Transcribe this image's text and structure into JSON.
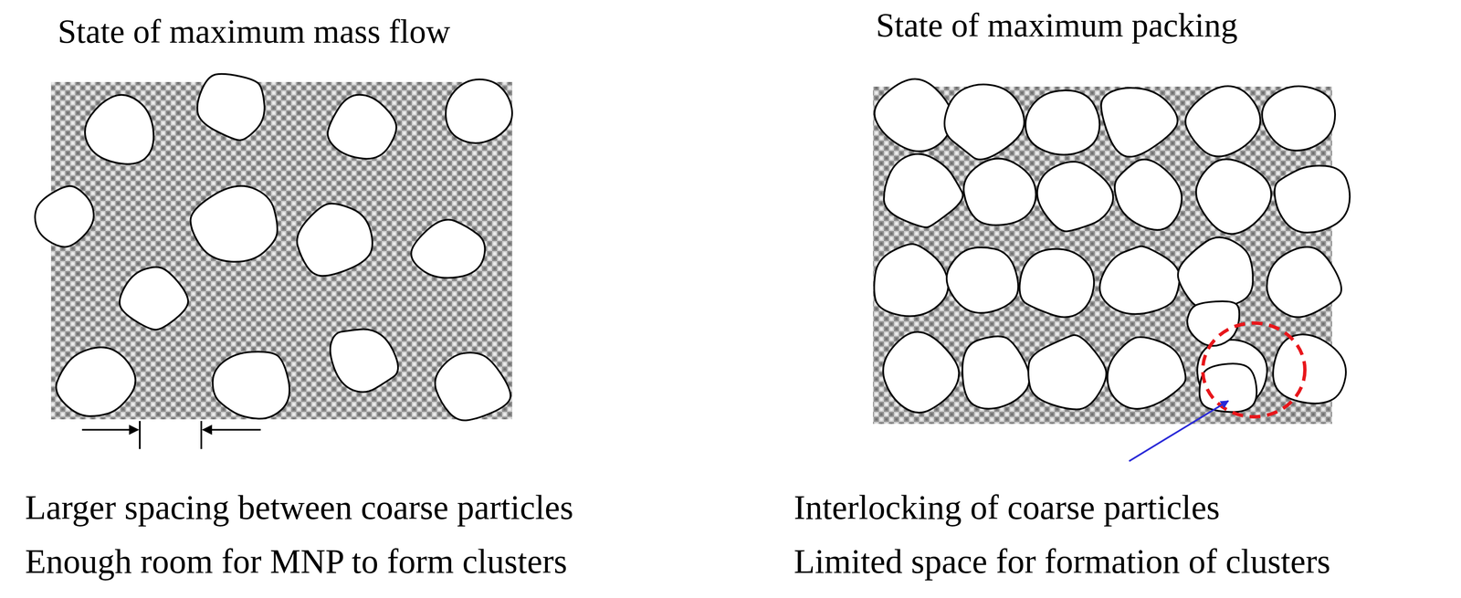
{
  "diagram": {
    "labels": [
      "State of maximum mass flow",
      "State of maximum packing",
      "Larger spacing between coarse particles",
      "Enough room for MNP to form clusters",
      "Interlocking of coarse particles",
      "Limited space for formation of clusters"
    ]
  }
}
